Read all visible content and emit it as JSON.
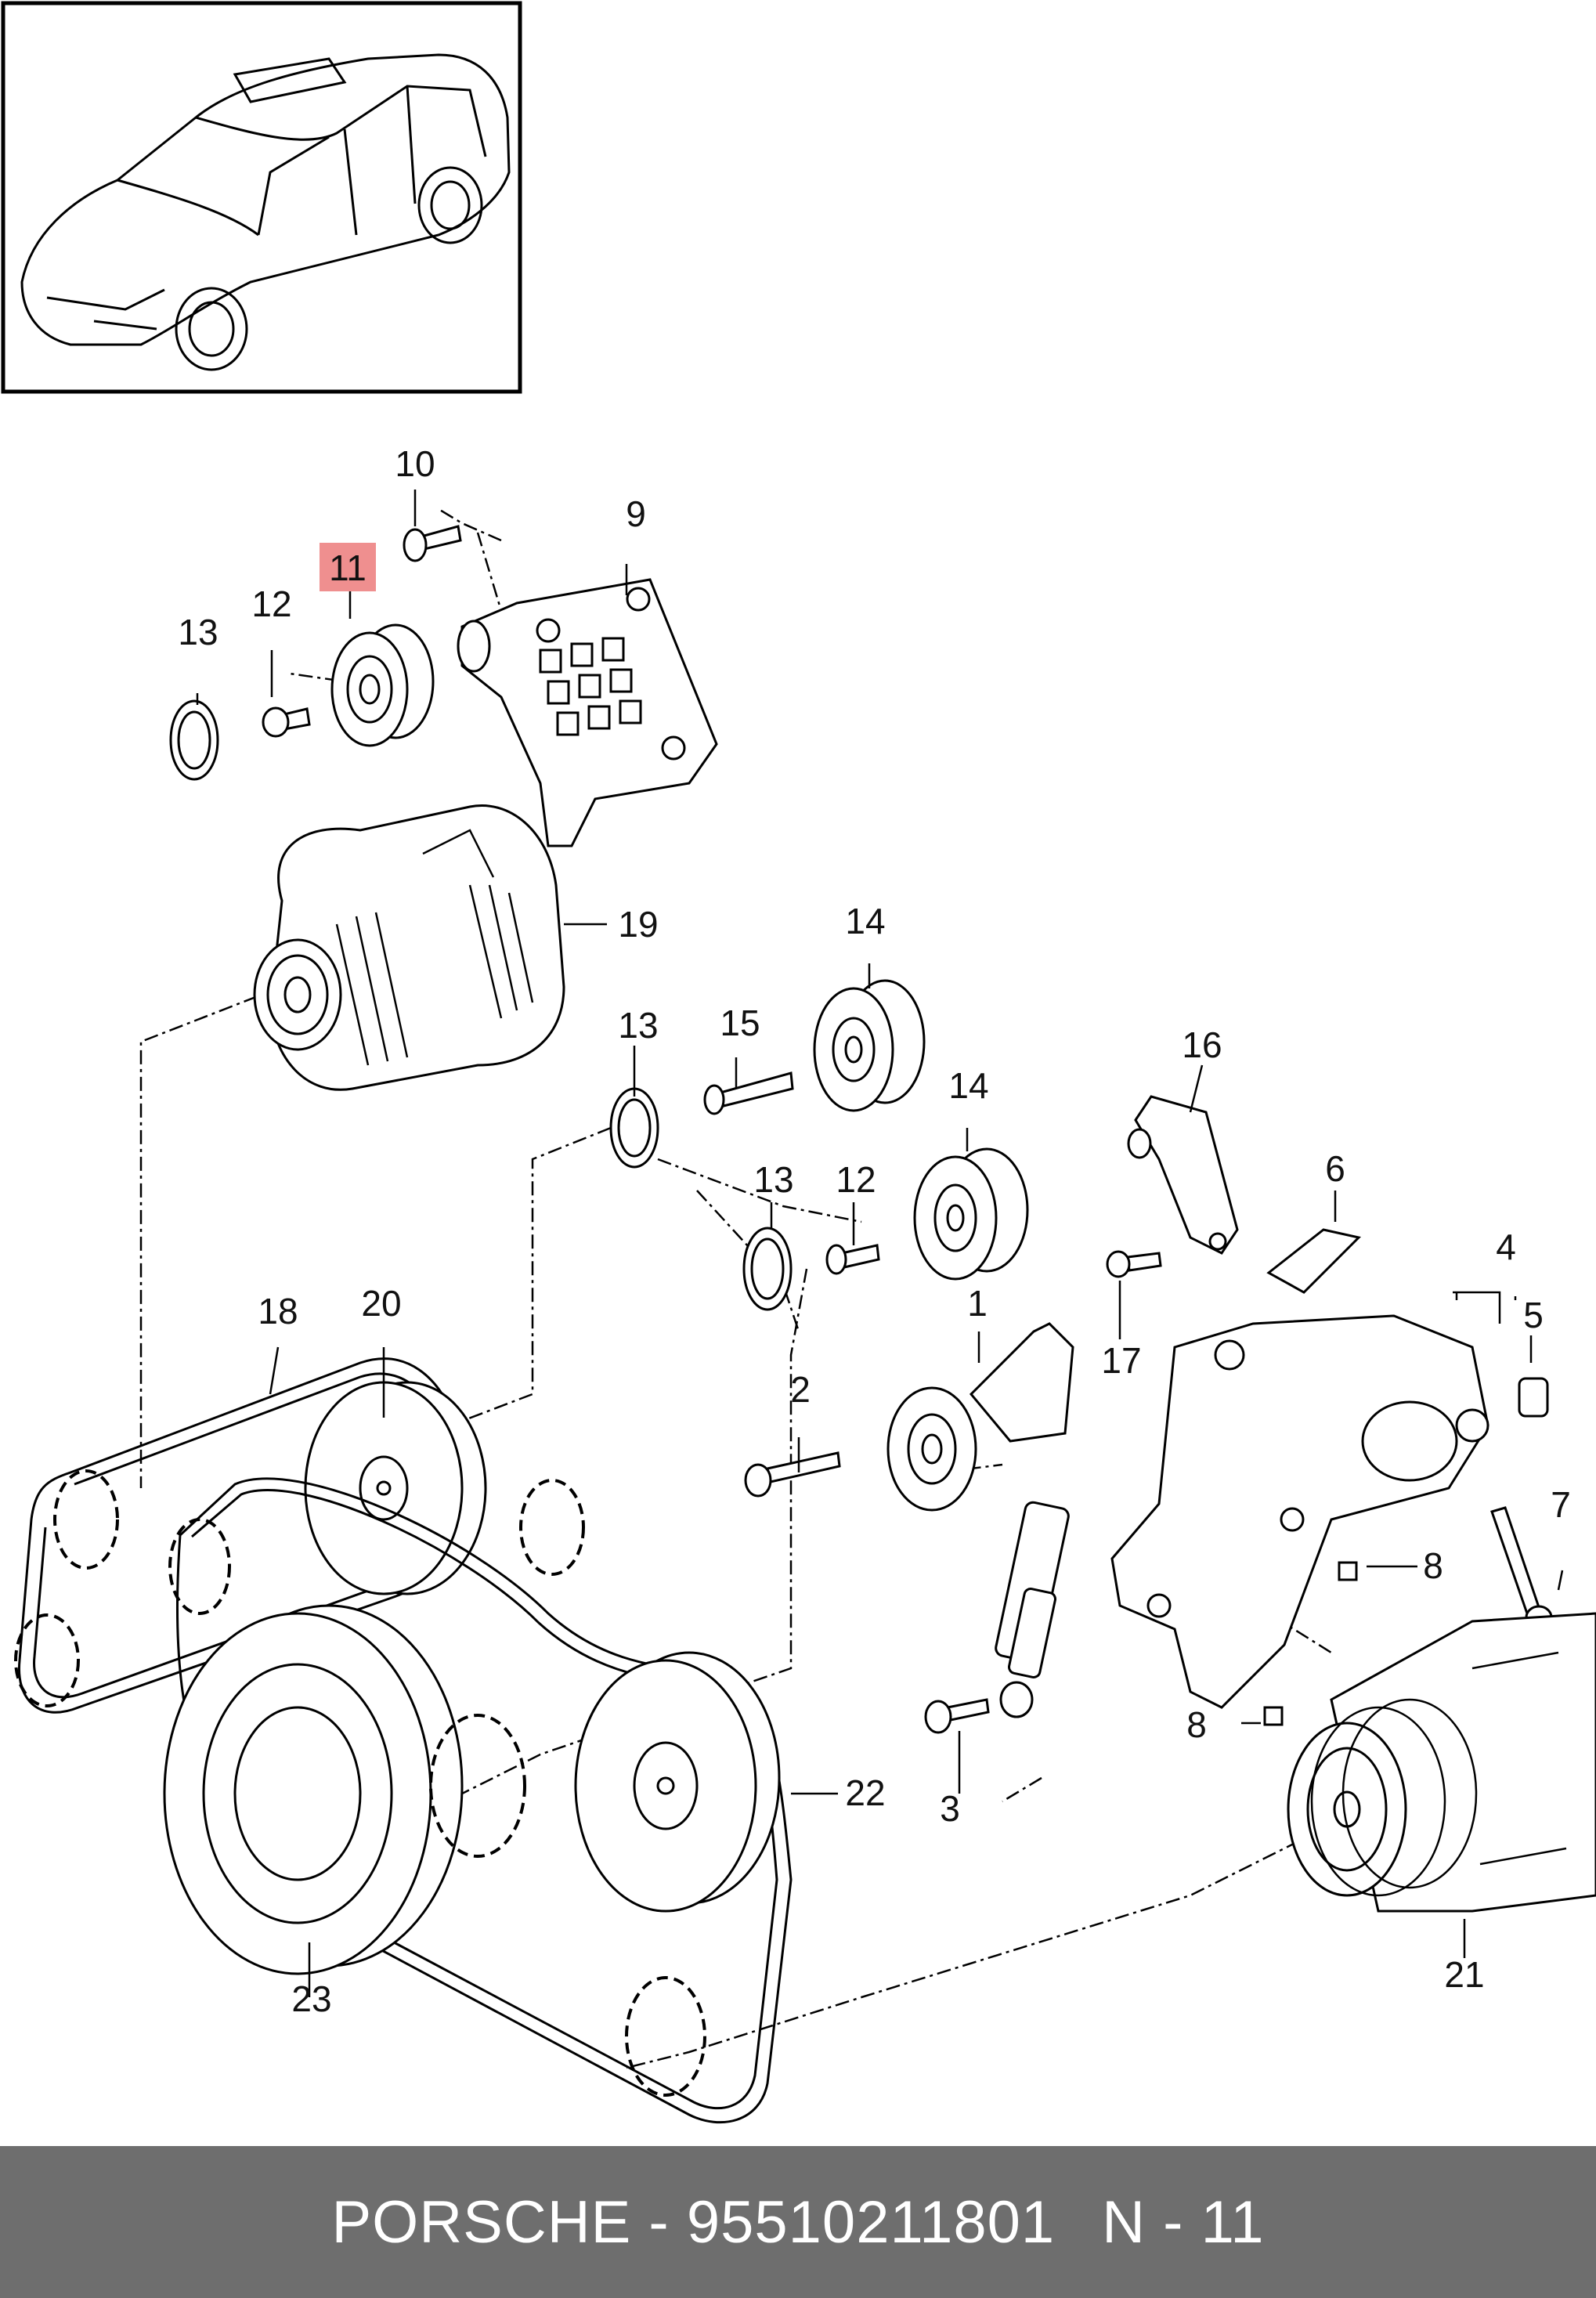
{
  "footer": {
    "brand": "PORSCHE",
    "separator": " - ",
    "part_number": "95510211801",
    "ref_prefix": "N - ",
    "ref_number": "11"
  },
  "highlight_color": "#ef8f8f",
  "highlighted_callout": "11",
  "callouts": [
    "10",
    "9",
    "11",
    "12",
    "13",
    "19",
    "14",
    "15",
    "13",
    "16",
    "14",
    "13",
    "12",
    "6",
    "18",
    "20",
    "1",
    "4",
    "5",
    "17",
    "2",
    "7",
    "8",
    "3",
    "8",
    "22",
    "23",
    "21"
  ]
}
